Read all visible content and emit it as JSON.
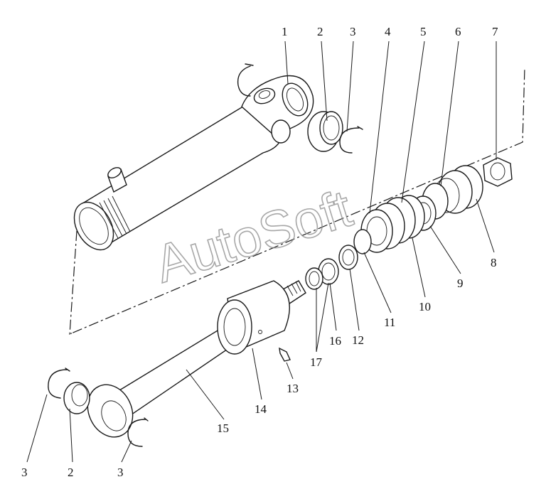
{
  "watermark": "AutoSoft",
  "labels": {
    "l1": "1",
    "l2": "2",
    "l3": "3",
    "l4": "4",
    "l5": "5",
    "l6": "6",
    "l7": "7",
    "l8": "8",
    "l9": "9",
    "l10": "10",
    "l11": "11",
    "l12": "12",
    "l13": "13",
    "l14": "14",
    "l15": "15",
    "l16": "16",
    "l17": "17",
    "l2b": "2",
    "l3b": "3",
    "l3c": "3"
  }
}
